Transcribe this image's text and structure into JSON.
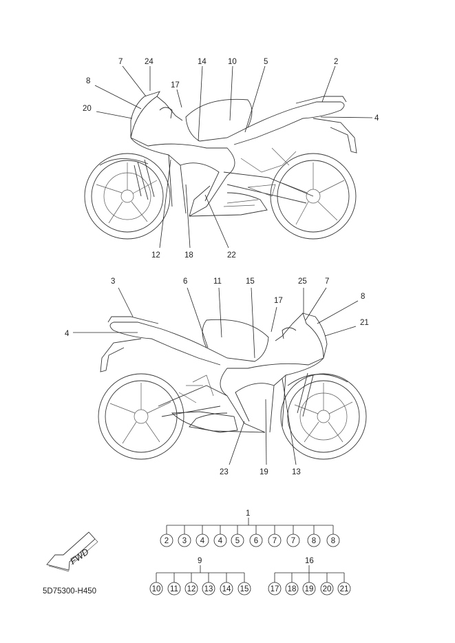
{
  "diagram": {
    "part_code": "5D75300-H450",
    "fwd_label": "FWD",
    "callouts_top": [
      "7",
      "24",
      "8",
      "20",
      "17",
      "14",
      "10",
      "5",
      "2",
      "4",
      "12",
      "18",
      "22"
    ],
    "callouts_bottom": [
      "3",
      "6",
      "11",
      "15",
      "25",
      "7",
      "17",
      "8",
      "21",
      "4",
      "23",
      "19",
      "13"
    ],
    "tree_main": {
      "root": "1",
      "children": [
        "2",
        "3",
        "4",
        "4",
        "5",
        "6",
        "7",
        "7",
        "8",
        "8"
      ]
    },
    "tree_left": {
      "root": "9",
      "children": [
        "10",
        "11",
        "12",
        "13",
        "14",
        "15"
      ]
    },
    "tree_right": {
      "root": "16",
      "children": [
        "17",
        "18",
        "19",
        "20",
        "21"
      ]
    }
  }
}
